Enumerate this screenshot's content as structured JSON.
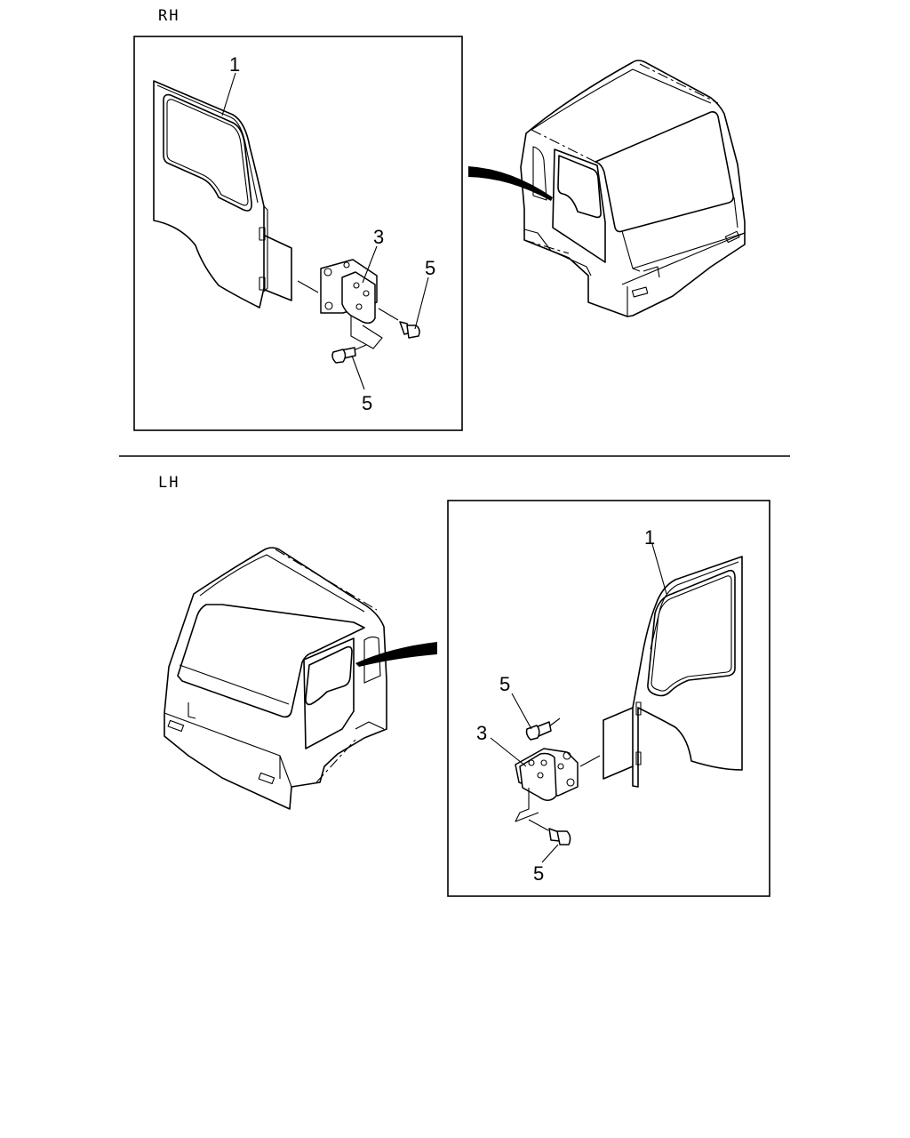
{
  "sections": {
    "rh": {
      "label": "RH",
      "callouts": {
        "door": "1",
        "hinge": "3",
        "bolt_upper": "5",
        "bolt_lower": "5"
      }
    },
    "lh": {
      "label": "LH",
      "callouts": {
        "door": "1",
        "hinge": "3",
        "bolt_upper": "5",
        "bolt_lower": "5"
      }
    }
  }
}
